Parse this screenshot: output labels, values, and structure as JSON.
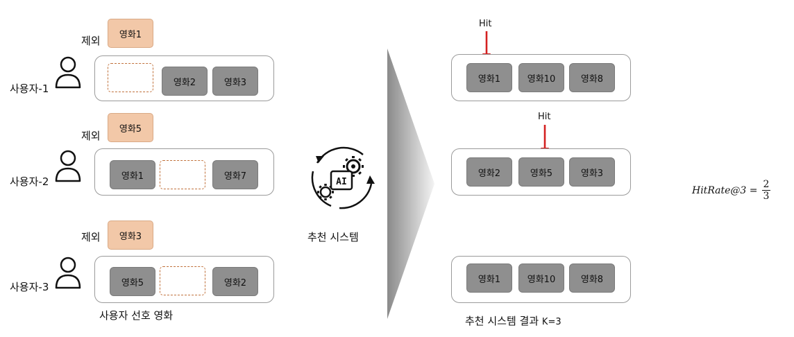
{
  "left": {
    "exclude_label": "제외",
    "users": [
      {
        "label": "사용자-1",
        "excluded": "영화1",
        "items": [
          "",
          "영화2",
          "영화3"
        ]
      },
      {
        "label": "사용자-2",
        "excluded": "영화5",
        "items": [
          "영화1",
          "",
          "영화7"
        ]
      },
      {
        "label": "사용자-3",
        "excluded": "영화3",
        "items": [
          "영화5",
          "",
          "영화2"
        ]
      }
    ],
    "caption": "사용자 선호 영화"
  },
  "center": {
    "icon_text": "AI",
    "label": "추천 시스템"
  },
  "right": {
    "rows": [
      {
        "items": [
          "영화1",
          "영화10",
          "영화8"
        ],
        "hit_label": "Hit",
        "hit_index": 0
      },
      {
        "items": [
          "영화2",
          "영화5",
          "영화3"
        ],
        "hit_label": "Hit",
        "hit_index": 1
      },
      {
        "items": [
          "영화1",
          "영화10",
          "영화8"
        ],
        "hit_label": "",
        "hit_index": null
      }
    ],
    "caption_main": "추천 시스템 결과",
    "caption_k": "K=3"
  },
  "formula": {
    "lhs": "HitRate@3 =",
    "numerator": "2",
    "denominator": "3"
  },
  "colors": {
    "movie_fill": "#8f8f8f",
    "excluded_fill": "#f2c8a8",
    "hit_arrow": "#d42020",
    "slot_border": "#c0703a"
  }
}
